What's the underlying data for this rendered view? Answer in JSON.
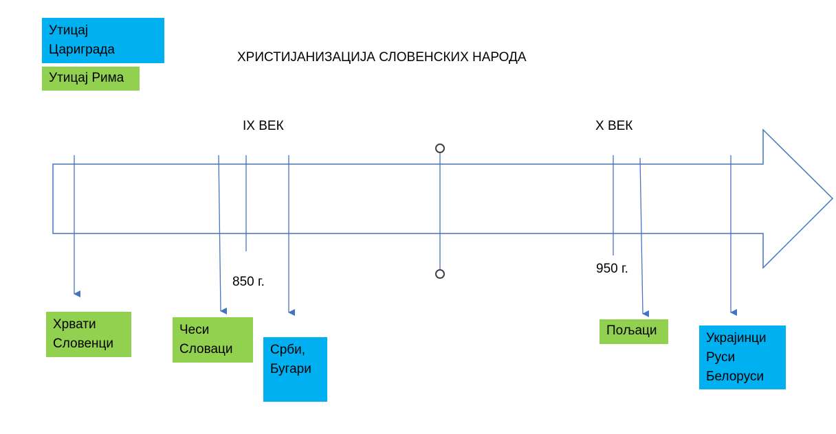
{
  "title": "ХРИСТИЈАНИЗАЦИЈА СЛОВЕНСКИХ НАРОДА",
  "legend": {
    "constantinople": "Утицај\nЦариграда",
    "rome": "Утицај Рима"
  },
  "centuries": {
    "ninth": "IX ВЕК",
    "tenth": "X ВЕК"
  },
  "years": {
    "y850": "850 г.",
    "y950": "950 г."
  },
  "peoples": {
    "croats": "Хрвати\nСловенци",
    "czechs": "Чеси\nСловаци",
    "serbs": "Срби,\nБугари",
    "poles": "Пољаци",
    "ukrainians": "Украјинци\nРуси\nБелоруси"
  },
  "colors": {
    "constantinople": "#00b0f0",
    "rome": "#92d050",
    "line": "#4472c4"
  }
}
